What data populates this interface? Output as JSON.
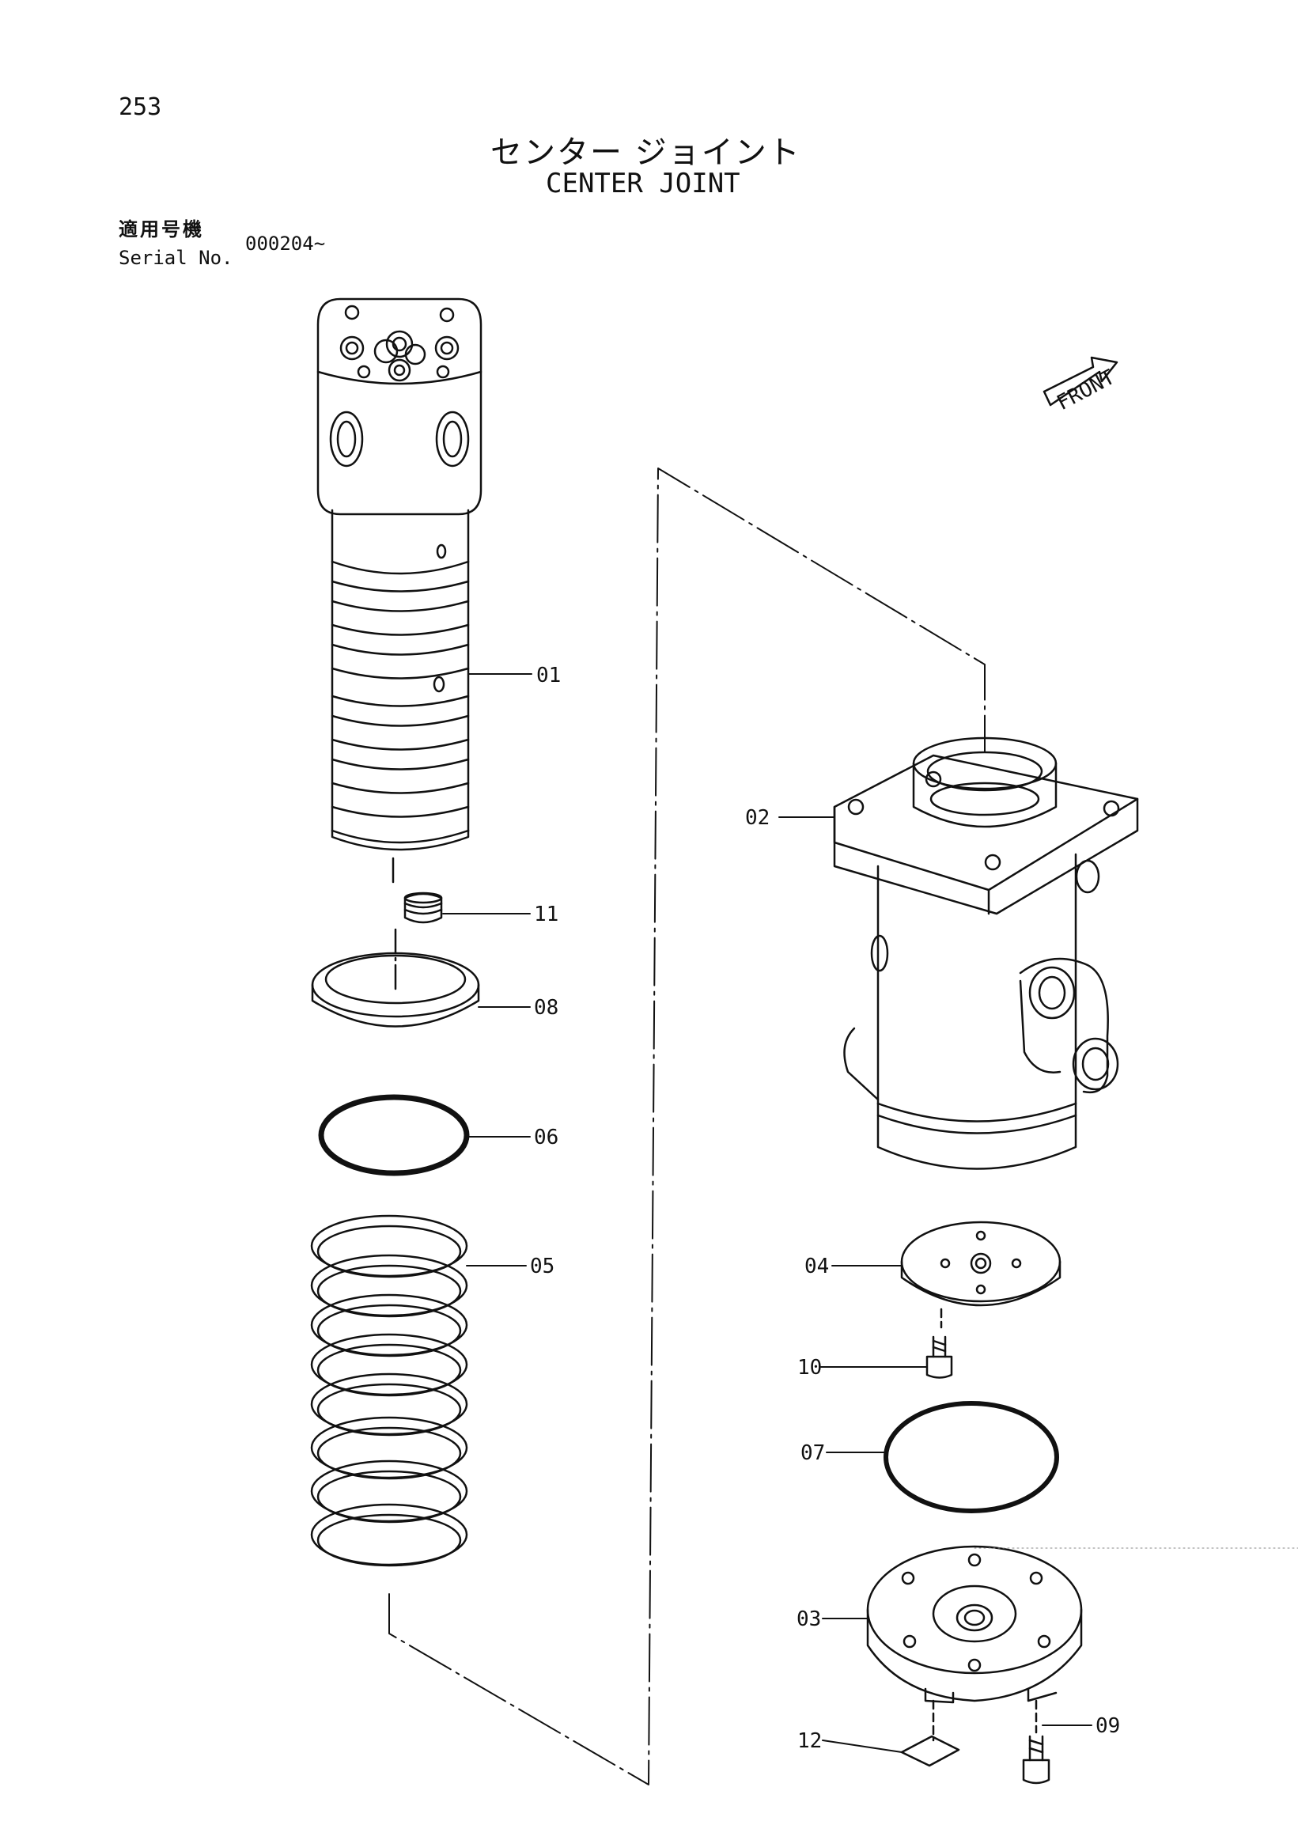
{
  "page_number": "253",
  "title_jp": "センター ジョイント",
  "title_en": "CENTER JOINT",
  "serial_label_jp": "適用号機",
  "serial_label_en": "Serial No.",
  "serial_value": "000204~",
  "front_label": "FRONT",
  "callouts": {
    "p01": "01",
    "p02": "02",
    "p03": "03",
    "p04": "04",
    "p05": "05",
    "p06": "06",
    "p07": "07",
    "p08": "08",
    "p09": "09",
    "p10": "10",
    "p11": "11",
    "p12": "12"
  }
}
